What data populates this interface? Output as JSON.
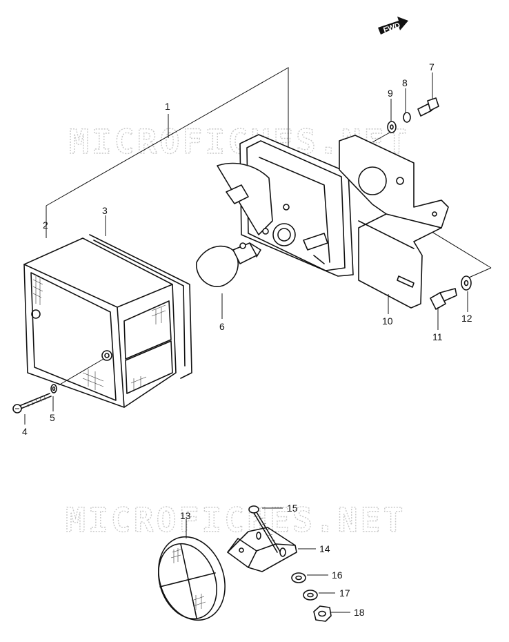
{
  "watermarks": [
    "MICROFICHES.NET",
    "MICROFICHES.NET"
  ],
  "direction_badge": {
    "label": "FWD",
    "icon": "arrow-right-icon"
  },
  "callouts": [
    {
      "id": 1,
      "label": "1",
      "part": "tail-light-assembly"
    },
    {
      "id": 2,
      "label": "2",
      "part": "lens"
    },
    {
      "id": 3,
      "label": "3",
      "part": "lens-gasket"
    },
    {
      "id": 4,
      "label": "4",
      "part": "lens-screw"
    },
    {
      "id": 5,
      "label": "5",
      "part": "washer"
    },
    {
      "id": 6,
      "label": "6",
      "part": "bulb"
    },
    {
      "id": 7,
      "label": "7",
      "part": "bolt"
    },
    {
      "id": 8,
      "label": "8",
      "part": "lock-washer"
    },
    {
      "id": 9,
      "label": "9",
      "part": "washer"
    },
    {
      "id": 10,
      "label": "10",
      "part": "bracket"
    },
    {
      "id": 11,
      "label": "11",
      "part": "bolt"
    },
    {
      "id": 12,
      "label": "12",
      "part": "washer"
    },
    {
      "id": 13,
      "label": "13",
      "part": "reflector"
    },
    {
      "id": 14,
      "label": "14",
      "part": "reflector-bracket"
    },
    {
      "id": 15,
      "label": "15",
      "part": "screw"
    },
    {
      "id": 16,
      "label": "16",
      "part": "washer"
    },
    {
      "id": 17,
      "label": "17",
      "part": "lock-washer"
    },
    {
      "id": 18,
      "label": "18",
      "part": "nut"
    }
  ]
}
